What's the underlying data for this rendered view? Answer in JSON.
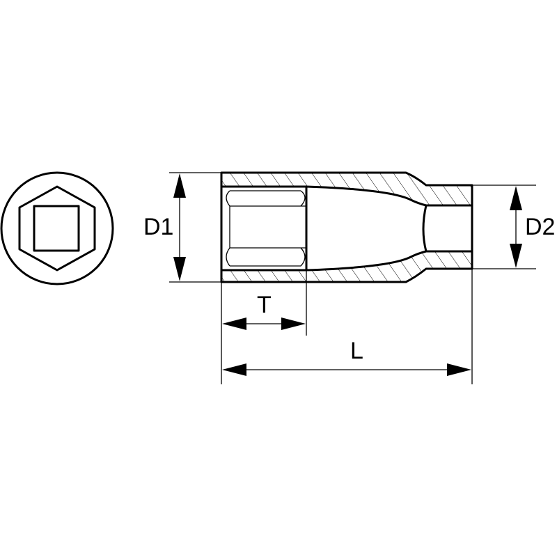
{
  "labels": {
    "d1": "D1",
    "d2": "D2",
    "t": "T",
    "l": "L"
  },
  "colors": {
    "line": "#000000",
    "background": "#ffffff"
  }
}
